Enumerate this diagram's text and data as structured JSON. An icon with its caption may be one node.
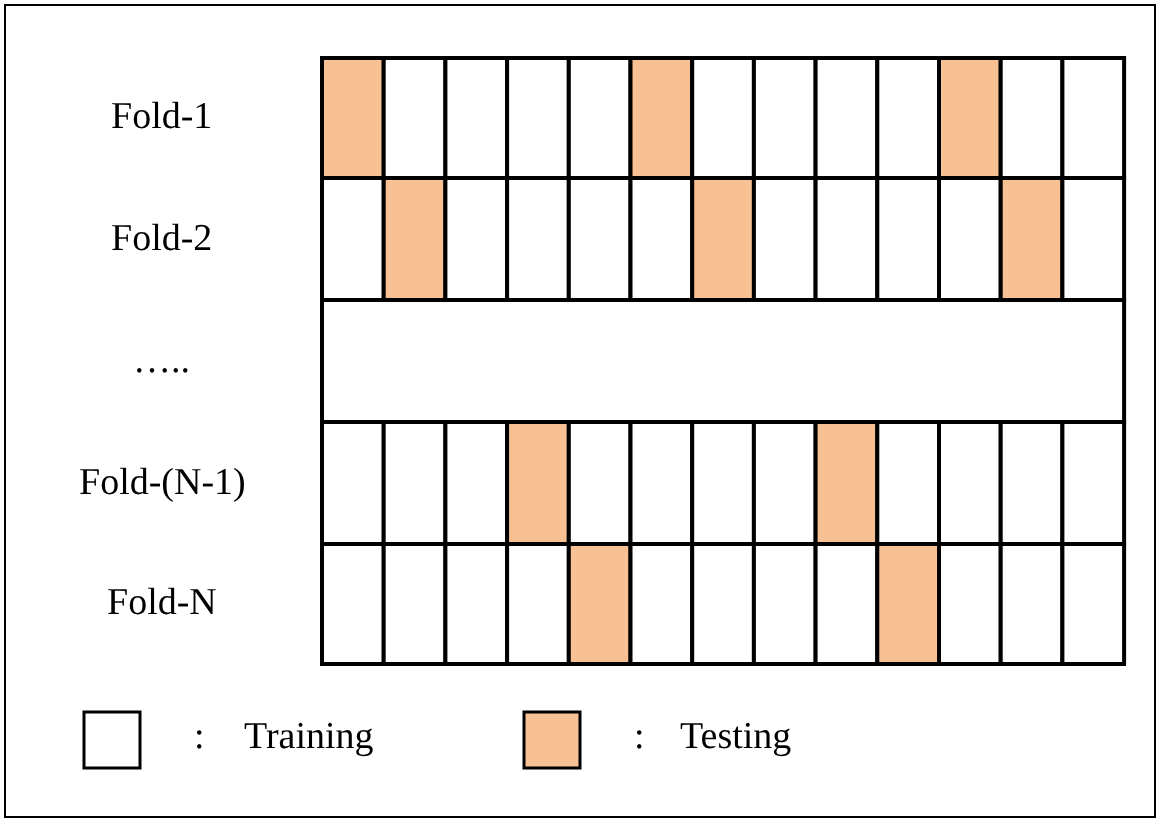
{
  "diagram": {
    "labels": [
      "Fold-1",
      "Fold-2",
      "…..",
      "Fold-(N-1)",
      "Fold-N",
      ":",
      ":"
    ],
    "legend": [
      {
        "text": "Training",
        "color": "#ffffff"
      },
      {
        "text": "Testing",
        "color": "#f8c194"
      }
    ]
  }
}
